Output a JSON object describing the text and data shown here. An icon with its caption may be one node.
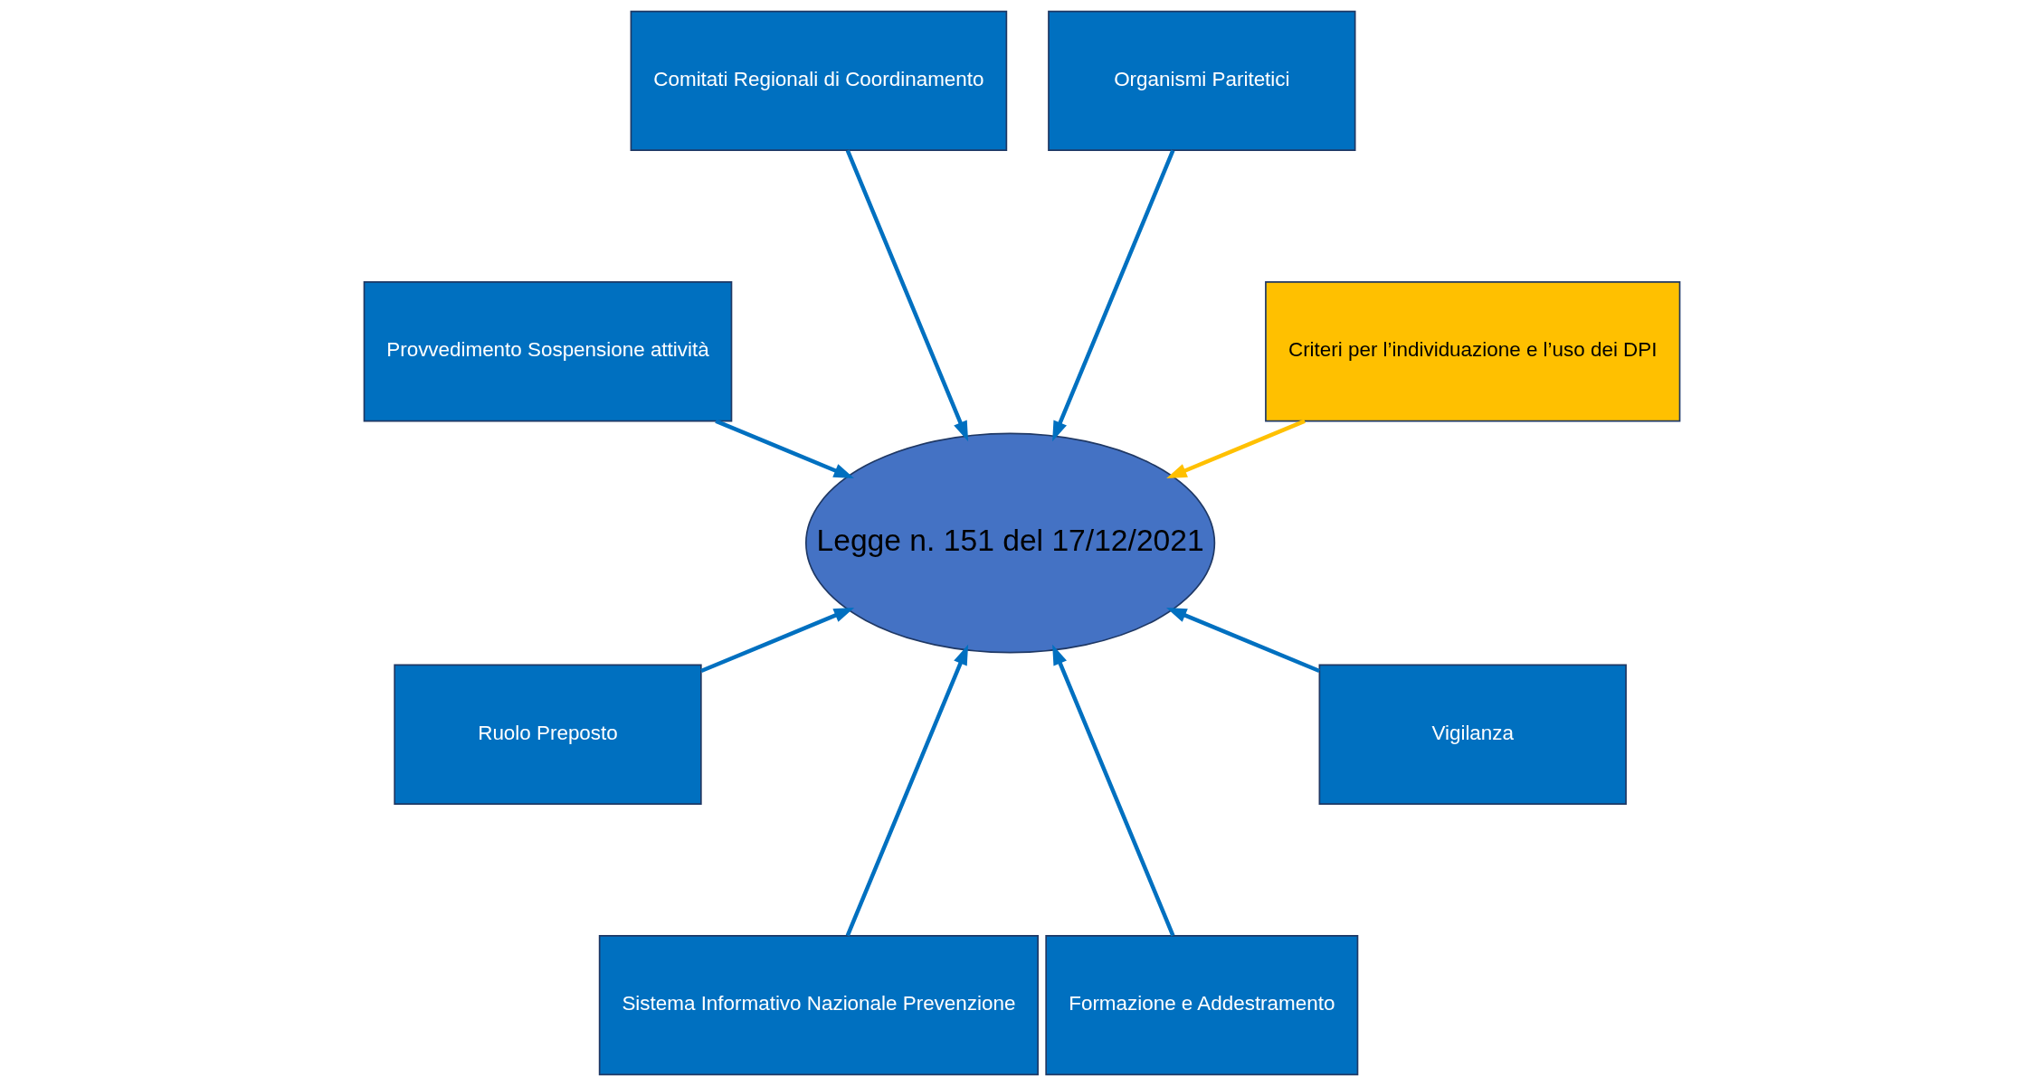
{
  "diagram": {
    "nodes": [
      {
        "text": [
          "Criteri per l’individuazione e l’uso dei DPI"
        ]
      },
      {
        "text": [
          "Organismi Paritetici"
        ]
      },
      {
        "text": [
          "Comitati Regionali di Coordinamento"
        ]
      },
      {
        "text": [
          "Legge n. 151 del 17/12/2021"
        ]
      },
      {
        "text": [
          "Provvedimento Sospensione attività"
        ]
      },
      {
        "text": [
          "Ruolo Preposto"
        ]
      },
      {
        "text": [
          "Sistema Informativo Nazionale Prevenzione"
        ]
      },
      {
        "text": [
          "Formazione e Addestramento"
        ]
      },
      {
        "text": [
          "Vigilanza"
        ]
      }
    ],
    "edges": [
      {
        "from": 0,
        "to": 3,
        "arrow": "to",
        "color": "#ffc000"
      },
      {
        "from": 1,
        "to": 3,
        "arrow": "to"
      },
      {
        "from": 2,
        "to": 3,
        "arrow": "to"
      },
      {
        "from": 4,
        "to": 3,
        "arrow": "to"
      },
      {
        "from": 5,
        "to": 3,
        "arrow": "to"
      },
      {
        "from": 6,
        "to": 3,
        "arrow": "to"
      },
      {
        "from": 7,
        "to": 3,
        "arrow": "to"
      },
      {
        "from": 8,
        "to": 3,
        "arrow": "to"
      }
    ]
  }
}
